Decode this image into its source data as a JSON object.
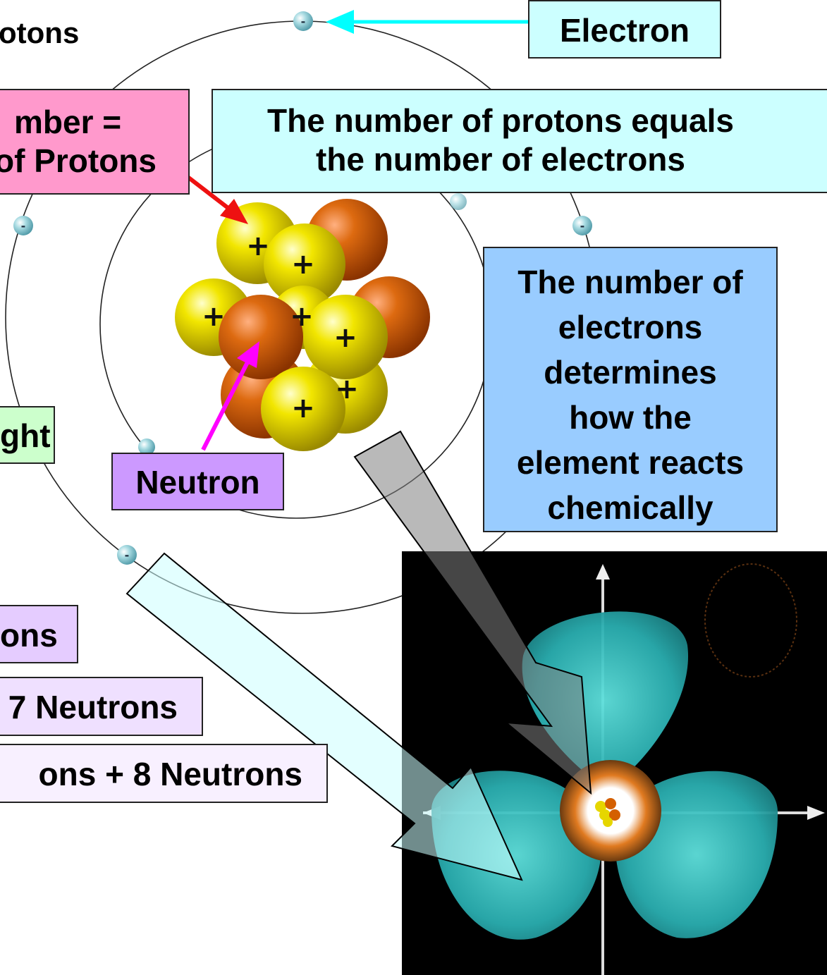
{
  "labels": {
    "protons_top": "otons",
    "electron": "Electron",
    "atomic_number": [
      "mber =",
      "of Protons"
    ],
    "protons_equal_electrons": [
      "The number of protons equals",
      "the number of electrons"
    ],
    "electrons_reactivity": [
      "The number of",
      "electrons",
      "determines",
      "how the",
      "element reacts",
      "chemically"
    ],
    "weight": "ght",
    "neutron": "Neutron",
    "isotope1": "ons",
    "isotope2": "7 Neutrons",
    "isotope3": "ons + 8 Neutrons"
  },
  "symbols": {
    "plus": "+",
    "minus": "-"
  },
  "colors": {
    "pink_label": "#ff99cc",
    "cyan_label": "#ccffff",
    "blue_label": "#99ccff",
    "green_label": "#ccffcc",
    "purple_label": "#cc99ff",
    "lavender1": "#e5ccff",
    "lavender2": "#efe0ff",
    "lavender3": "#f8f0ff",
    "proton": "#e6d600",
    "neutron": "#d45f00",
    "electron": "#8cc8d0",
    "orbital": "#2fb3b3",
    "arrow_cyan": "#00ffff",
    "arrow_red": "#ee1111",
    "arrow_magenta": "#ff00ff"
  },
  "icons": [
    "electron-icon",
    "proton-icon",
    "neutron-icon",
    "orbital-icon"
  ]
}
